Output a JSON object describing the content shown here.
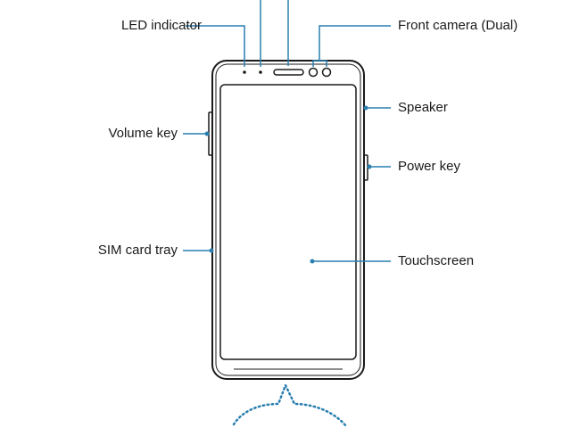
{
  "labels": {
    "led_indicator": "LED indicator",
    "front_camera": "Front camera (Dual)",
    "speaker": "Speaker",
    "volume_key": "Volume key",
    "power_key": "Power key",
    "sim_card_tray": "SIM card tray",
    "touchscreen": "Touchscreen"
  },
  "colors": {
    "leader_line": "#2a7fb0",
    "device_outline": "#1a1a1a",
    "label_text": "#1a1a1a"
  }
}
